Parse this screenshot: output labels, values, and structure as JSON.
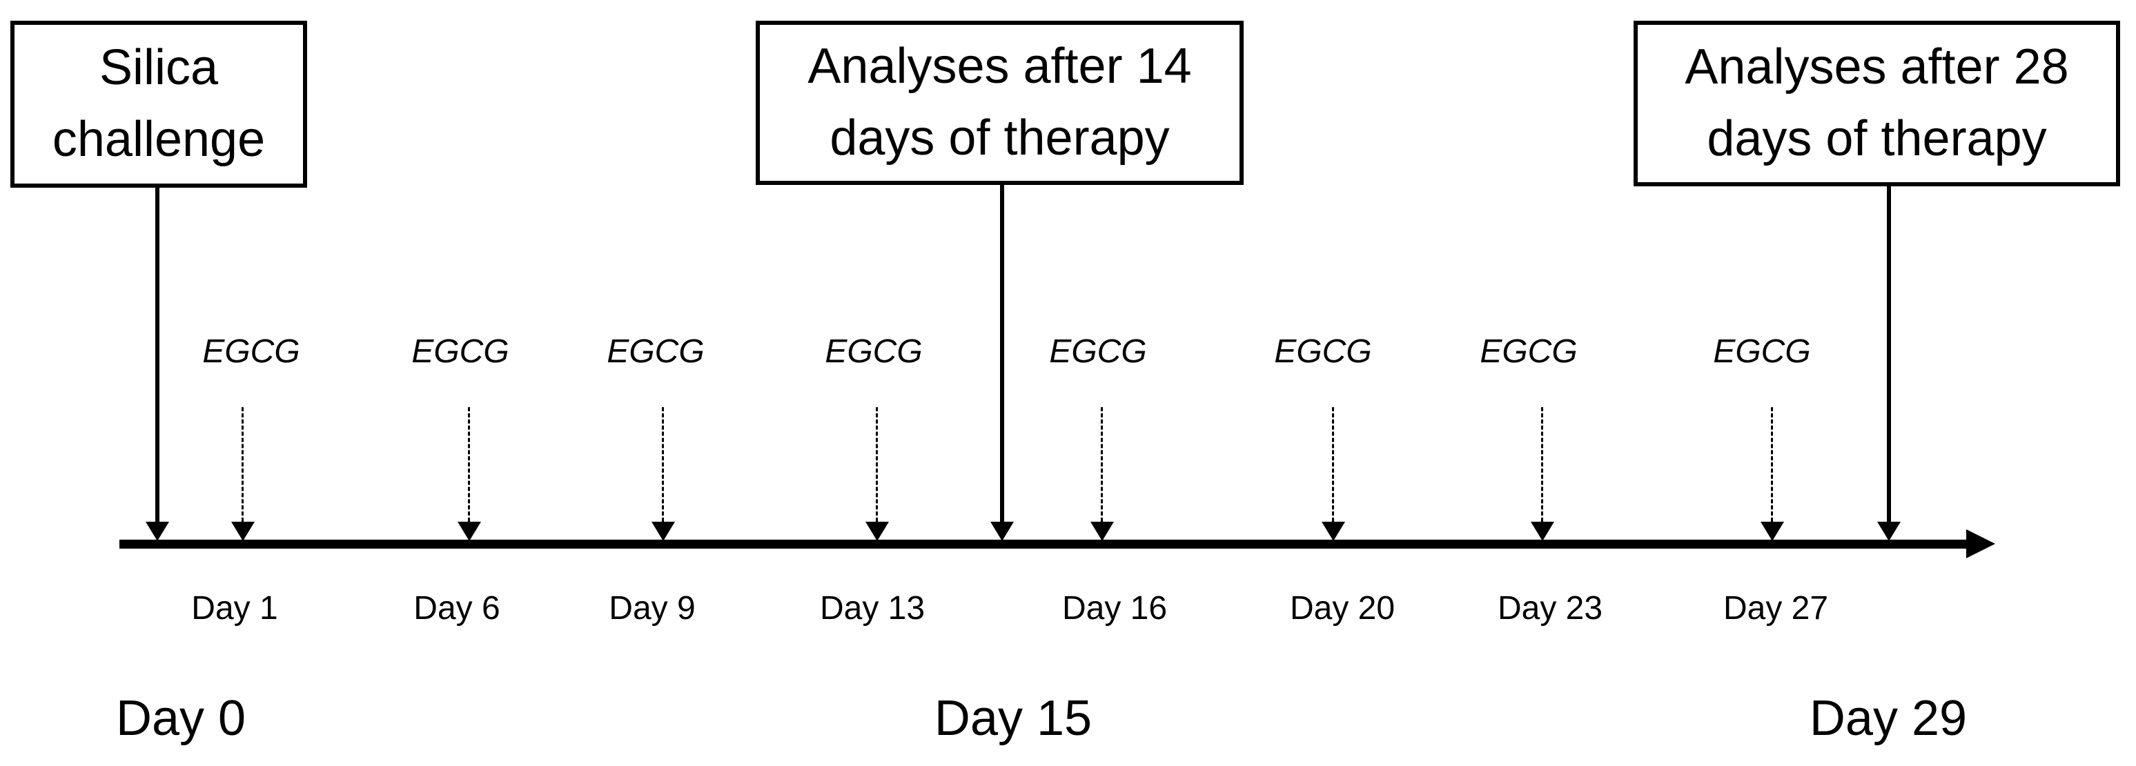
{
  "figure": {
    "description": "Experimental timeline: silica challenge followed by EGCG therapy with analyses after 14 and 28 days",
    "background": "#ffffff",
    "ink": "#000000"
  },
  "boxes": [
    {
      "label": "Silica challenge"
    },
    {
      "label": "Analyses after 14 days of therapy"
    },
    {
      "label": "Analyses after 28 days of therapy"
    }
  ],
  "egcg_events": [
    {
      "drug": "EGCG",
      "day": "Day 1"
    },
    {
      "drug": "EGCG",
      "day": "Day 6"
    },
    {
      "drug": "EGCG",
      "day": "Day 9"
    },
    {
      "drug": "EGCG",
      "day": "Day 13"
    },
    {
      "drug": "EGCG",
      "day": "Day 16"
    },
    {
      "drug": "EGCG",
      "day": "Day 20"
    },
    {
      "drug": "EGCG",
      "day": "Day 23"
    },
    {
      "drug": "EGCG",
      "day": "Day 27"
    }
  ],
  "milestones": [
    {
      "label": "Day 0"
    },
    {
      "label": "Day 15"
    },
    {
      "label": "Day 29"
    }
  ]
}
